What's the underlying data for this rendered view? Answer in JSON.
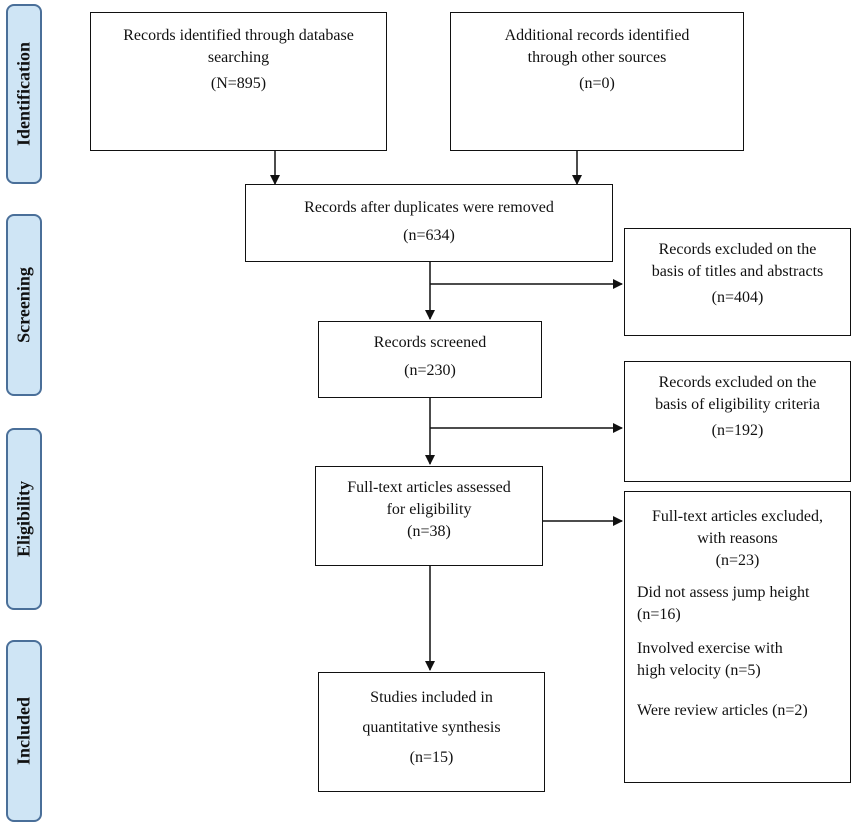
{
  "phases": {
    "identification": "Identification",
    "screening": "Screening",
    "eligibility": "Eligibility",
    "included": "Included"
  },
  "boxes": {
    "db_search": {
      "line1": "Records identified through database",
      "line2": "searching",
      "count": "(N=895)"
    },
    "other_sources": {
      "line1": "Additional records identified",
      "line2": "through other sources",
      "count": "(n=0)"
    },
    "after_duplicates": {
      "line1": "Records after duplicates were removed",
      "count": "(n=634)"
    },
    "excluded_titles": {
      "line1": "Records excluded on the",
      "line2": "basis of titles and abstracts",
      "count": "(n=404)"
    },
    "screened": {
      "line1": "Records screened",
      "count": "(n=230)"
    },
    "excluded_eligibility": {
      "line1": "Records excluded on the",
      "line2": "basis of eligibility criteria",
      "count": "(n=192)"
    },
    "fulltext_assessed": {
      "line1": "Full-text articles assessed",
      "line2": "for eligibility",
      "count": "(n=38)"
    },
    "fulltext_excluded": {
      "line1": "Full-text articles excluded,",
      "line2": "with reasons",
      "count": "(n=23)",
      "reason1_a": "Did not assess jump height",
      "reason1_b": "(n=16)",
      "reason2_a": "Involved exercise with",
      "reason2_b": "high velocity (n=5)",
      "reason3": "Were review articles (n=2)"
    },
    "included_studies": {
      "line1": "Studies included in",
      "line2": "quantitative synthesis",
      "count": "(n=15)"
    }
  }
}
